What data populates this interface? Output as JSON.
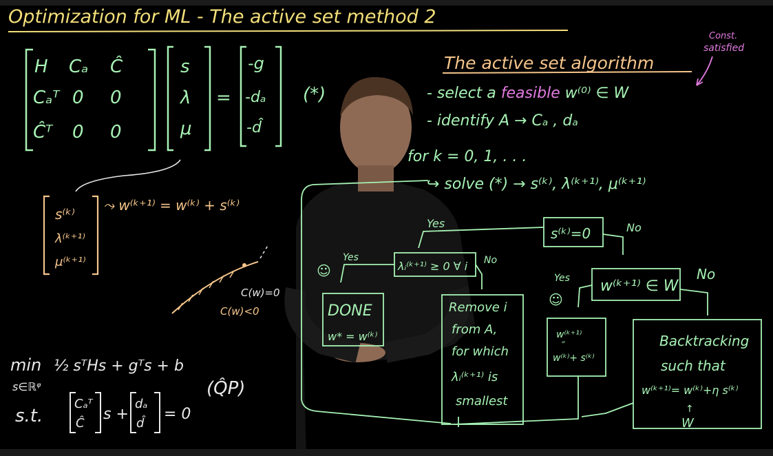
{
  "title": "Optimization for ML  -  The active set method 2",
  "algorithm": {
    "heading": "The active set algorithm",
    "step1_prefix": "- select a",
    "step1_feasible": "feasible",
    "step1_suffix": "w⁽⁰⁾ ∈ W",
    "step2": "- identify A → Cₐ , dₐ",
    "loop": "for k = 0, 1, . . .",
    "solve": "↪ solve (*) → s⁽ᵏ⁾, λ⁽ᵏ⁺¹⁾, μ⁽ᵏ⁺¹⁾",
    "annotation_line1": "Const.",
    "annotation_line2": "satisfied"
  },
  "kkt": {
    "m11": "H",
    "m12": "Cₐ",
    "m13": "Ĉ",
    "m21": "Cₐᵀ",
    "m22": "0",
    "m23": "0",
    "m31": "Ĉᵀ",
    "m32": "0",
    "m33": "0",
    "v1": "s",
    "v2": "λ",
    "v3": "μ",
    "r1": "-g",
    "r2": "-dₐ",
    "r3": "-d̂",
    "eq": "=",
    "label": "(*)"
  },
  "update": {
    "vec1": "s⁽ᵏ⁾",
    "vec2": "λ⁽ᵏ⁺¹⁾",
    "vec3": "μ⁽ᵏ⁺¹⁾",
    "rule": "⤳ w⁽ᵏ⁺¹⁾ = w⁽ᵏ⁾ + s⁽ᵏ⁾"
  },
  "constraint_sketch": {
    "label_eq": "C(w)=0",
    "label_lt": "C(w)<0"
  },
  "qp": {
    "min": "min",
    "objective": "½ sᵀHs + gᵀs + b",
    "domain": "s∈ℝᵠ",
    "st": "s.t.",
    "mat_top": "Cₐᵀ",
    "mat_bot": "Ĉ",
    "vec_top": "dₐ",
    "vec_bot": "d̂",
    "mid": "s +",
    "rhs": "= 0",
    "label": "(Q̂P)"
  },
  "flow": {
    "s_zero": "s⁽ᵏ⁾=0",
    "lambda_check": "λᵢ⁽ᵏ⁺¹⁾ ≥ 0 ∀ i",
    "w_check": "w⁽ᵏ⁺¹⁾ ∈ W",
    "yes": "Yes",
    "no": "No",
    "done": "DONE",
    "done_eq": "w* = w⁽ᵏ⁾",
    "remove_lines": [
      "Remove i",
      "from A,",
      "for which",
      "λᵢ⁽ᵏ⁺¹⁾ is",
      "smallest"
    ],
    "wupdate_lines": [
      "w⁽ᵏ⁺¹⁾",
      "″",
      "w⁽ᵏ⁾+ s⁽ᵏ⁾"
    ],
    "backtracking_lines": [
      "Backtracking",
      "such that",
      "w⁽ᵏ⁺¹⁾= w⁽ᵏ⁾+η s⁽ᵏ⁾",
      "↑",
      "W"
    ],
    "smiley_happy": "☺",
    "smiley_ok": "☺"
  },
  "colors": {
    "background": "#000000",
    "yellow": "#f3df7a",
    "green": "#a7f2b4",
    "orange": "#f5c58b",
    "pink": "#e27be0"
  }
}
